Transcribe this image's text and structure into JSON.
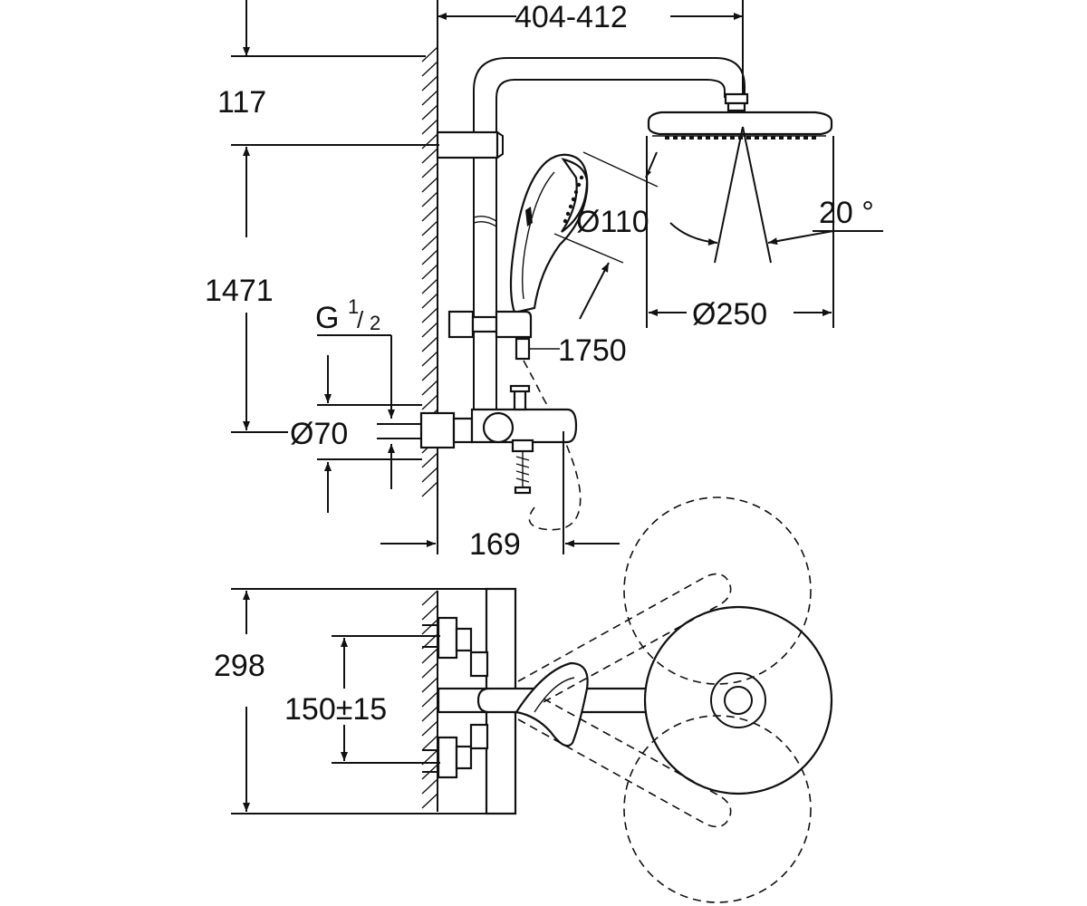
{
  "labels": {
    "width_arm": "404-412",
    "height_top": "117",
    "height_rail": "1471",
    "thread_main": "G",
    "thread_num": "1",
    "thread_den": "2",
    "outlet_dia": "Ø70",
    "outlet_depth": "169",
    "hand_dia": "Ø110",
    "hose_len": "1750",
    "head_dia": "Ø250",
    "spray_angle": "20 °",
    "plan_depth": "298",
    "centers": "150±15"
  }
}
